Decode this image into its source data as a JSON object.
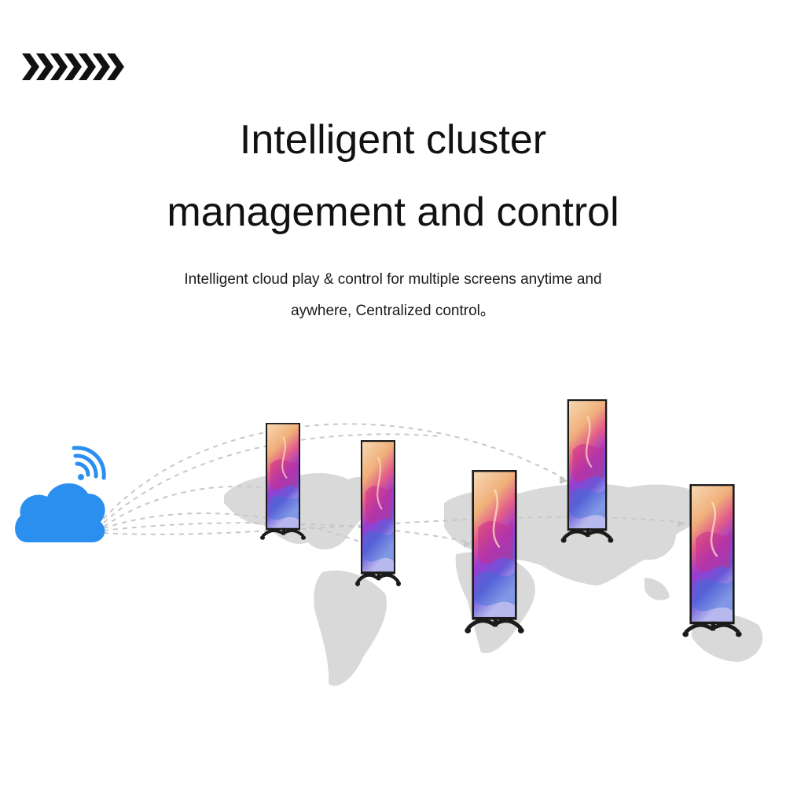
{
  "header": {
    "title_line1": "Intelligent cluster",
    "title_line2": "management and control",
    "subtitle_line1": "Intelligent cloud play & control for multiple screens anytime and",
    "subtitle_line2": "aywhere, Centralized control。"
  },
  "colors": {
    "cloud": "#2b8ff0",
    "wifi": "#2b8ff0",
    "map": "#d9d9d9",
    "dashed_lines": "#c8c8c8",
    "screen_frame": "#1b1b1b"
  },
  "icons": [
    "chevrons-icon",
    "cloud-icon",
    "wifi-icon",
    "world-map",
    "poster-screen"
  ]
}
